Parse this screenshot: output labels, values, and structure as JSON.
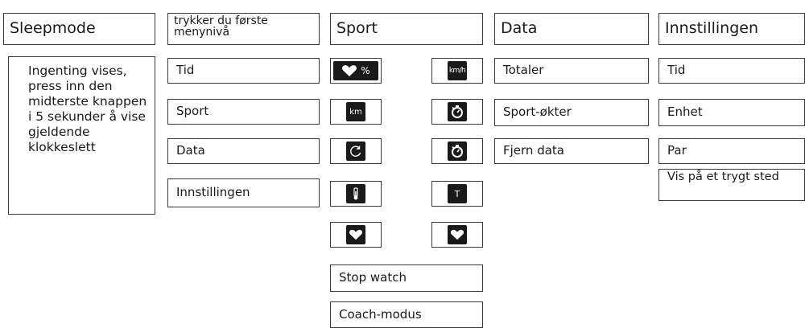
{
  "columns": {
    "sleep": {
      "header": "Sleepmode",
      "description": "Ingenting vises, press inn den midterste knappen i 5 sekunder å vise gjeldende klokkeslett"
    },
    "menu": {
      "header": "trykker du første menynivå",
      "items": [
        "Tid",
        "Sport",
        "Data",
        "Innstillingen"
      ]
    },
    "sport": {
      "header": "Sport",
      "icons": [
        {
          "name": "heart-percent-icon",
          "label": "%"
        },
        {
          "name": "speed-icon",
          "label": "km/h"
        },
        {
          "name": "distance-icon",
          "label": "km"
        },
        {
          "name": "stopwatch-icon",
          "label": ""
        },
        {
          "name": "lap-icon",
          "label": ""
        },
        {
          "name": "stopwatch-icon",
          "label": ""
        },
        {
          "name": "thermometer-icon",
          "label": ""
        },
        {
          "name": "temperature-icon",
          "label": "T"
        },
        {
          "name": "heart-icon",
          "label": ""
        },
        {
          "name": "heart-icon",
          "label": ""
        }
      ],
      "items": [
        "Stop watch",
        "Coach-modus"
      ]
    },
    "data": {
      "header": "Data",
      "items": [
        "Totaler",
        "Sport-økter",
        "Fjern data"
      ]
    },
    "settings": {
      "header": "Innstillingen",
      "items": [
        "Tid",
        "Enhet",
        "Par",
        "Vis på et trygt sted"
      ]
    }
  }
}
